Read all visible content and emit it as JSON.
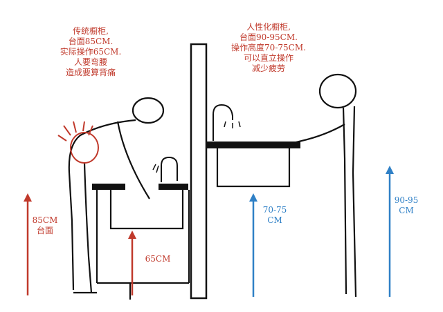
{
  "left_note": {
    "lines": [
      "传统橱柜,",
      "台面85CM.",
      "实际操作65CM.",
      "人要弯腰",
      "造成要算背痛"
    ]
  },
  "right_note": {
    "lines": [
      "人性化橱柜,",
      "台面90-95CM.",
      "操作高度70-75CM.",
      "可以直立操作",
      "减少疲劳"
    ]
  },
  "labels": {
    "h85": [
      "85CM",
      "台面"
    ],
    "h65": "65CM",
    "h7075": [
      "70-75",
      "CM"
    ],
    "h9095": [
      "90-95",
      "CM"
    ]
  },
  "colors": {
    "red": "#c0392b",
    "blue": "#2f80c6",
    "ink": "#111111"
  }
}
